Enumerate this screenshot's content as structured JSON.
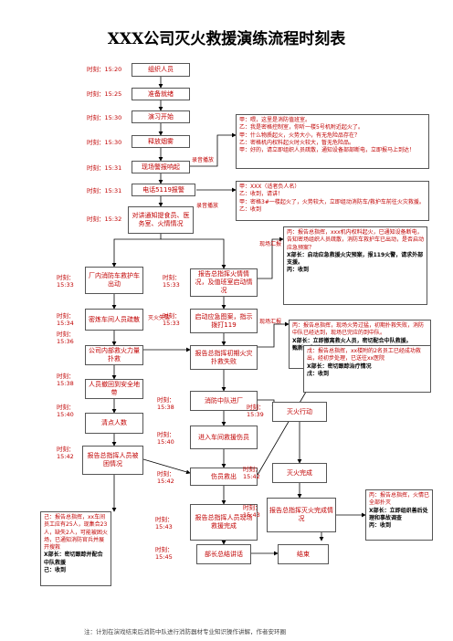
{
  "title": "XXX公司灭火救援演练流程时刻表",
  "col1": {
    "times": [
      "时刻：15:20",
      "时刻：15:25",
      "时刻：15:30",
      "时刻：15:30",
      "时刻：15:31",
      "时刻：15:31",
      "时刻：15:32"
    ],
    "boxes": [
      "组织人员",
      "准备就绪",
      "演习开始",
      "释放烟雾",
      "现场警报响起",
      "电话5119报警",
      "对讲通知提食员、医务室、火情情况"
    ]
  },
  "labels": {
    "record1": "录音播放",
    "record2": "录音播放",
    "report1": "现场汇报",
    "report2": "现场汇报",
    "fireout": "灭火失败"
  },
  "note_a": [
    "甲：喂，这里是消防值班室。",
    "乙：我是密格控制室，你听一楼5号机附近起火了。",
    "甲：什么物质起火，火势大小，有无危险品存在？",
    "乙：密格机内权料起火时火较大，暂无危险品。",
    "甲：好的，请立即组织人员疏散，通知设备部部断电，立即报马上到达！"
  ],
  "note_b": [
    "甲：XXX（适者负人名）",
    "乙：收到，请讲！",
    "甲：密格3#一楼起火了，火势较大，立即组动消防车/救护车前往火灾救援。",
    "乙：收到"
  ],
  "note_c": [
    "丙：报告总指挥，xxx机内权料起火，已通知设备断电，告知密场组织人员疏散，消防车救护车已出动，是否启动应急预案？",
    "X部长：启动应急救援火灾预案，报119火警，请求外部支援。",
    "丙：收到"
  ],
  "note_d": [
    "丙：报告总指挥，现场火势过猛，初期扑救失败，消防中队已经达到，现场已完应的到中队。",
    "X部长：立即撤离救火人员，密切配合中队救援。",
    "甄新：收到"
  ],
  "note_e": [
    "戊：报告总指挥，xx楼附的2名员工已经成功救出，经初步处理，已送往xx医院",
    "X部长：密切跟踪治疗情况",
    "戊：收到"
  ],
  "note_f": [
    "丙：报告总指挥，火情已全部扑灭",
    "X部长：立即组织善后处理和事故调查",
    "丙：收到"
  ],
  "note_g": [
    "己：报告总指挥，xx车间员工应有25人，现集合23人，缺失2人，可能被困火场，已通知消防官兵并展开搜救",
    "X部长：密切跟踪并配合中队救援",
    "己：收到"
  ],
  "left_col": {
    "times": [
      "时刻：15:33",
      "时刻：15:34",
      "时刻：15:36",
      "时刻：15:38",
      "时刻：15:40",
      "时刻：15:42"
    ],
    "boxes": [
      "厂内消防车救护车出动",
      "密炼车间人员疏散",
      "公司内部救火力量扑救",
      "人员撤回到安全地带",
      "清点人数",
      "报告总指挥人员被困情况"
    ]
  },
  "mid_col": {
    "times": [
      "时刻：15:33",
      "时刻：15:33",
      "时刻：15:38",
      "时刻：15:40",
      "时刻：15:42",
      "时刻：15:43",
      "时刻：15:45"
    ],
    "boxes": [
      "报告总指挥火情情况，及值班室启动情况",
      "启动应急图案，指示拨打119",
      "报告总指挥初期火灾扑救失败",
      "消防中队进厂",
      "进入车间救援伤员",
      "伤员救出",
      "报告总指挥人员现场救援完成",
      "部长总结讲话"
    ]
  },
  "right_col": {
    "times": [
      "时刻：15:39",
      "时刻：15:42",
      "时刻：15:43"
    ],
    "boxes": [
      "灭火行动",
      "灭火完成",
      "报告总指挥灭火完成情况",
      "结束"
    ]
  },
  "footer": "注：计划在演戏结束后消防中队进行消防器材专业知识操作讲解，作者安环圈"
}
